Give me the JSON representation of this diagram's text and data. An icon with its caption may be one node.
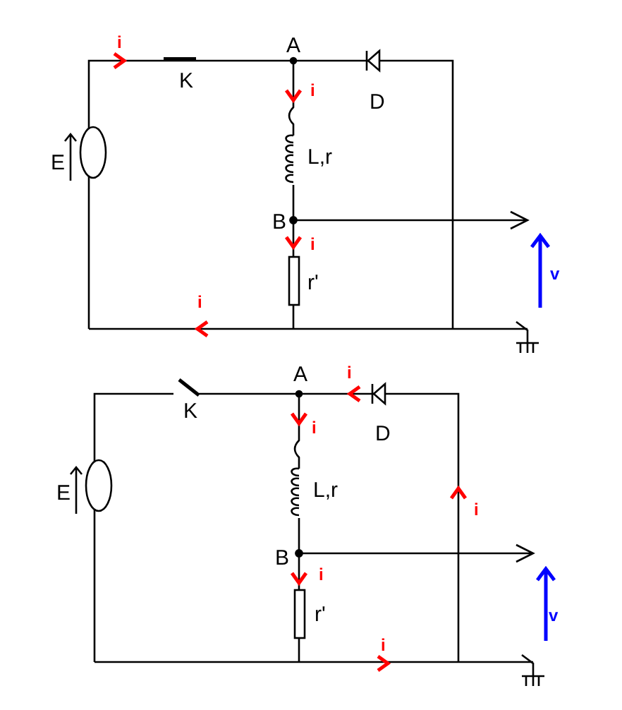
{
  "diagram": {
    "labels": [
      "i",
      "A",
      "K",
      "i",
      "D",
      "E",
      "L,r",
      "B",
      "i",
      "r'",
      "v",
      "i",
      "A",
      "i",
      "K",
      "i",
      "D",
      "E",
      "L,r",
      "i",
      "B",
      "i",
      "r'",
      "v",
      "i"
    ]
  }
}
